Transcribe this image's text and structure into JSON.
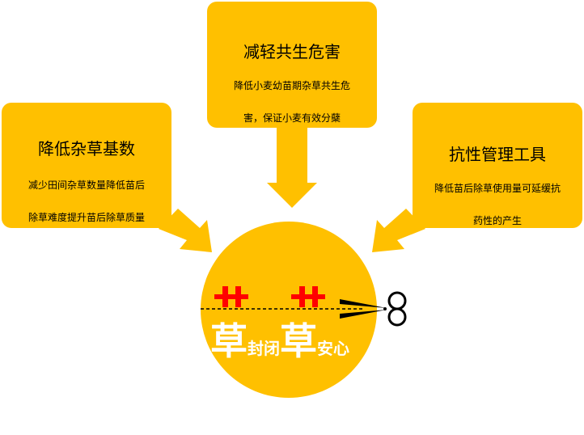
{
  "colors": {
    "box": "#ffc000",
    "circle": "#ffc000",
    "arrow": "#ffc000",
    "grass": "#ff0000"
  },
  "boxes": {
    "top": {
      "title": "减轻共生危害",
      "desc": [
        "降低小麦幼苗期杂草共生危",
        "害，保证小麦有效分蘖"
      ]
    },
    "left": {
      "title": "降低杂草基数",
      "desc": [
        "减少田间杂草数量降低苗后",
        "除草难度提升苗后除草质量"
      ]
    },
    "right": {
      "title": "抗性管理工具",
      "desc": [
        "降低苗后除草使用量可延缓抗",
        "药性的产生"
      ]
    }
  },
  "center": {
    "char1": "草",
    "word1": "封闭",
    "char2": "草",
    "word2": "安心"
  },
  "icons": [
    "scissors-icon",
    "grass-sprout-icon"
  ]
}
